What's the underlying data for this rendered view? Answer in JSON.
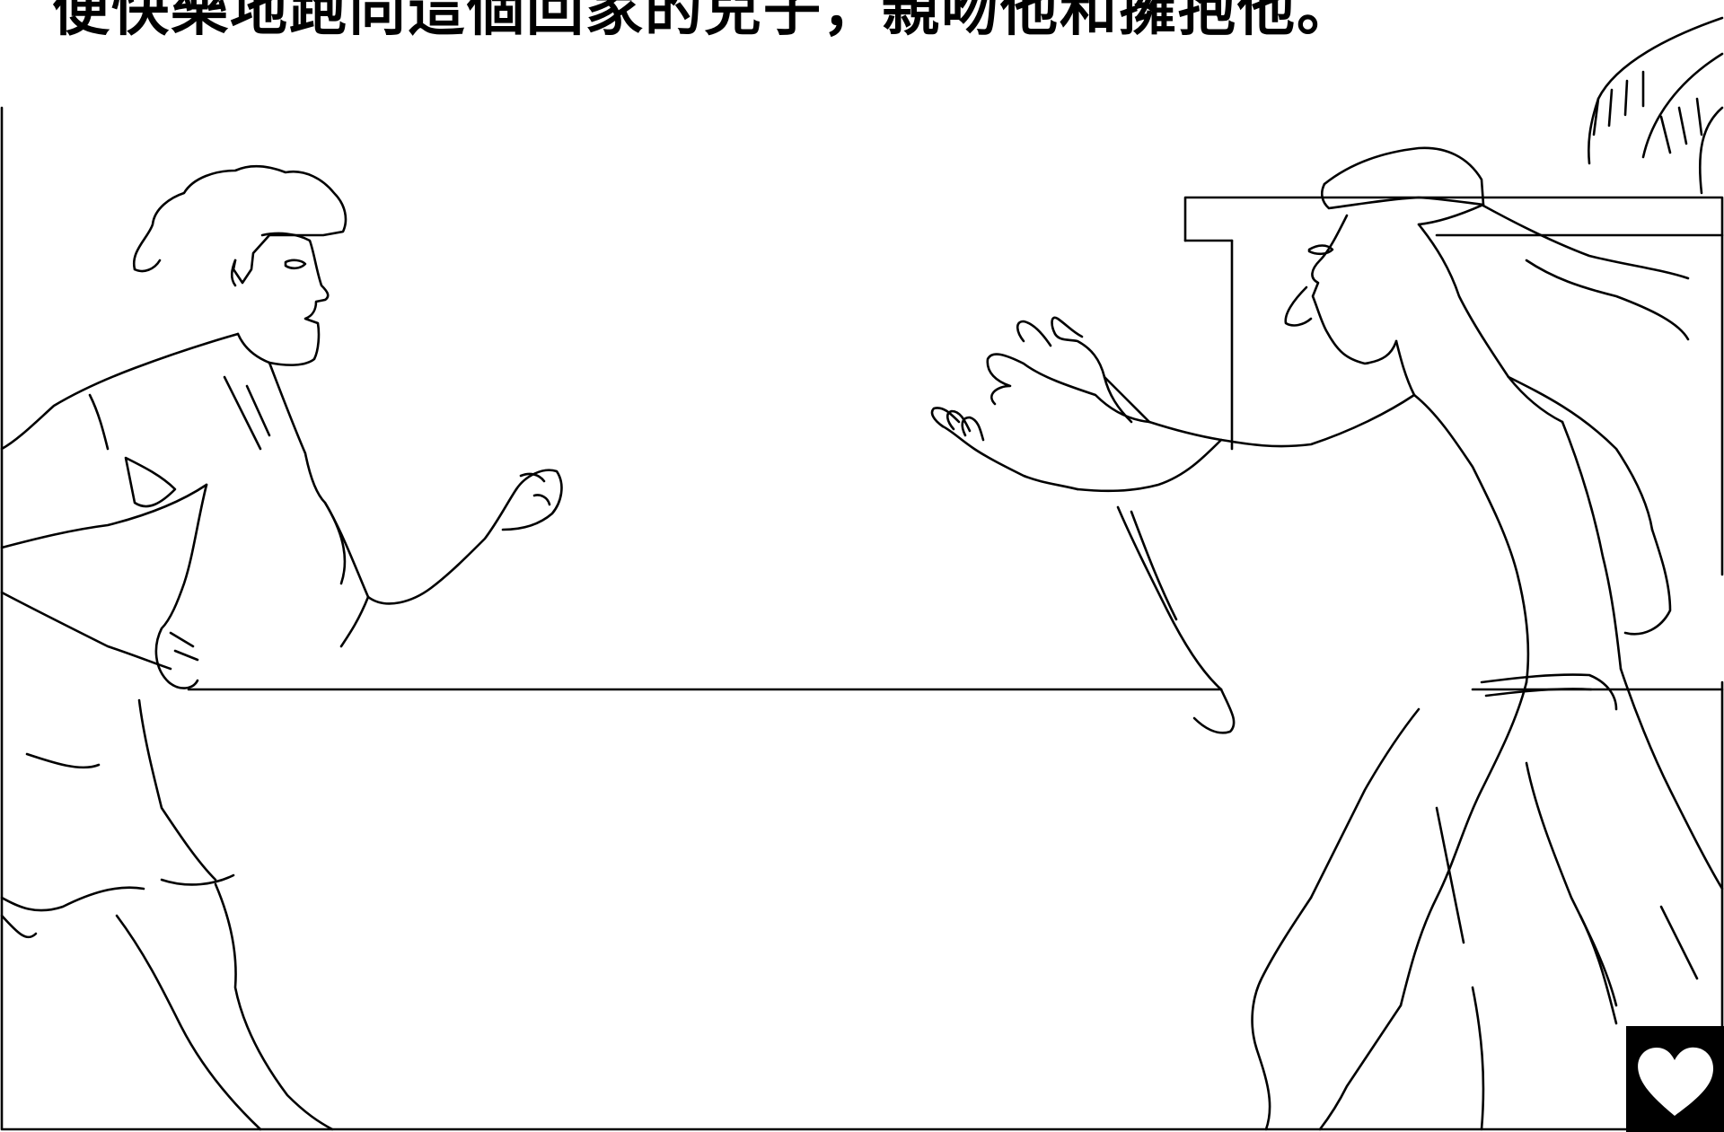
{
  "caption": {
    "text": "便快樂地跑向這個回家的兒子，親吻他和擁抱他。"
  },
  "illustration": {
    "style": "black line-art coloring page",
    "figures": [
      "returning-son",
      "father"
    ]
  },
  "logo": {
    "icon": "heart-icon",
    "background": "#000000",
    "foreground": "#ffffff"
  }
}
